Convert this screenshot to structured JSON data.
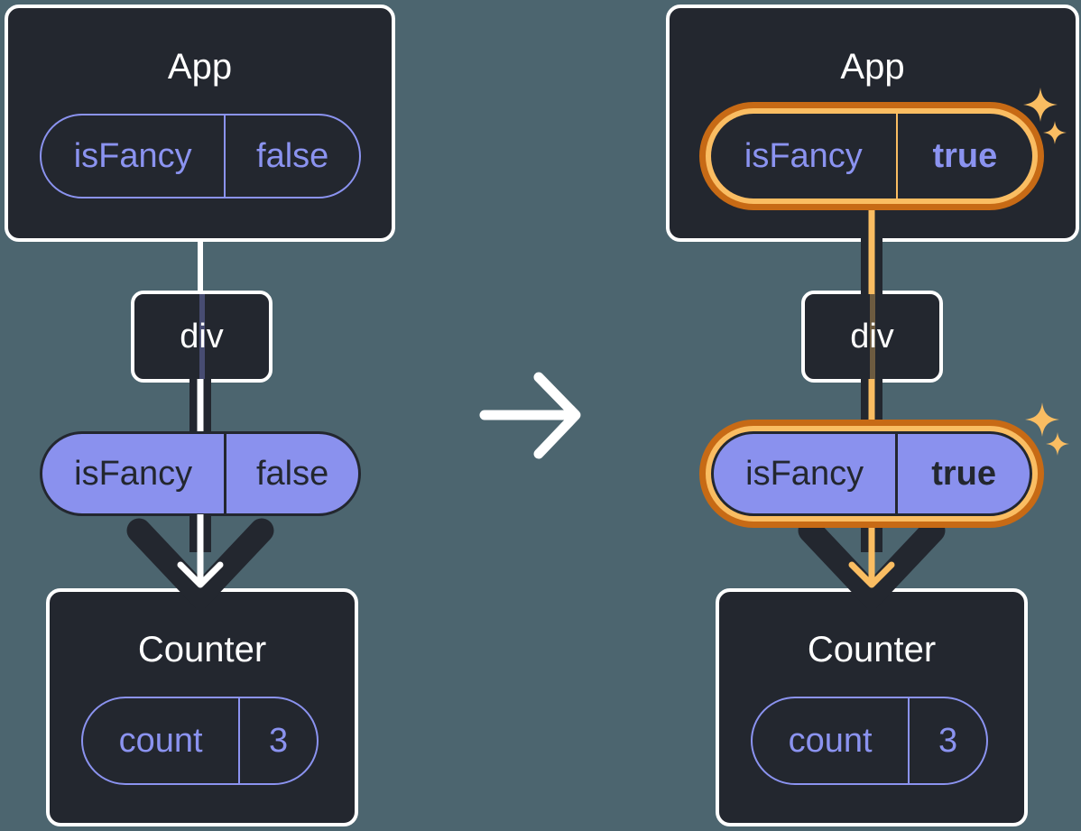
{
  "diagram": {
    "before": {
      "app": {
        "title": "App",
        "state": {
          "key": "isFancy",
          "value": "false"
        }
      },
      "container": {
        "label": "div"
      },
      "prop": {
        "key": "isFancy",
        "value": "false"
      },
      "counter": {
        "title": "Counter",
        "state": {
          "key": "count",
          "value": "3"
        }
      }
    },
    "after": {
      "app": {
        "title": "App",
        "state": {
          "key": "isFancy",
          "value": "true"
        }
      },
      "container": {
        "label": "div"
      },
      "prop": {
        "key": "isFancy",
        "value": "true"
      },
      "counter": {
        "title": "Counter",
        "state": {
          "key": "count",
          "value": "3"
        }
      }
    },
    "colors": {
      "background": "#4C656F",
      "panel": "#23272F",
      "purple_stroke": "#8B93F0",
      "purple_fill": "#8A91EE",
      "highlight_outer": "#C76A15",
      "highlight_inner": "#FABD62",
      "edge_white": "#FFFFFF"
    }
  }
}
